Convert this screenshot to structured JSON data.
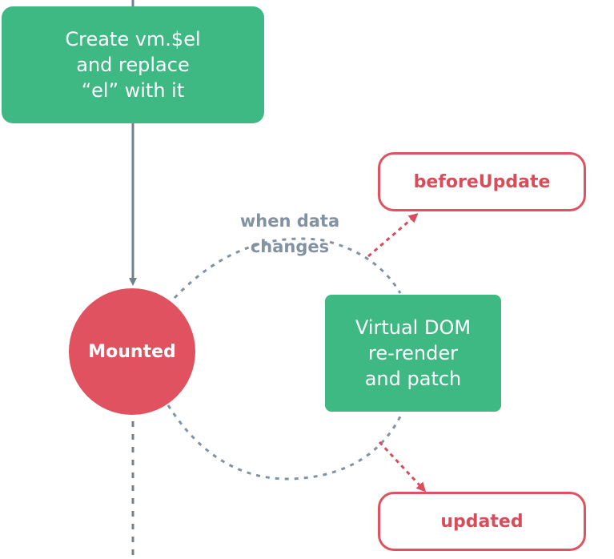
{
  "colors": {
    "green": "#3fb983",
    "red": "#e05260",
    "gray": "#8292a3",
    "connector": "#73808c"
  },
  "create_box": {
    "lines": [
      "Create vm.$el",
      "and replace",
      "“el” with it"
    ]
  },
  "mounted": {
    "label": "Mounted"
  },
  "data_change_label": {
    "lines": [
      "when data",
      "changes"
    ]
  },
  "virtual_dom_box": {
    "lines": [
      "Virtual DOM",
      "re-render",
      "and patch"
    ]
  },
  "hooks": {
    "before_update": "beforeUpdate",
    "updated": "updated"
  }
}
